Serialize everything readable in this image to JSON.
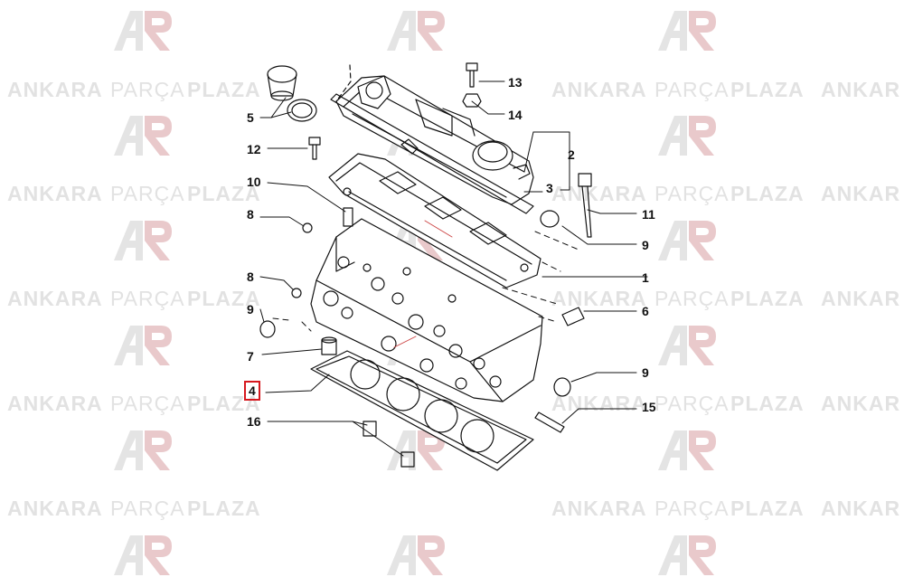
{
  "watermark": {
    "words": [
      "ANKARA",
      "PARÇA",
      "PLAZA",
      "ANKARA",
      "PARÇA",
      "PLAZA",
      "ANKAR"
    ],
    "logo_icon": "ap-monogram-logo",
    "color": "#e2e2e2"
  },
  "diagram": {
    "highlight_color": "#d6191f",
    "highlighted_callout": "4",
    "callouts": [
      {
        "id": "c5",
        "label": "5"
      },
      {
        "id": "c12",
        "label": "12"
      },
      {
        "id": "c10",
        "label": "10"
      },
      {
        "id": "c8a",
        "label": "8"
      },
      {
        "id": "c8b",
        "label": "8"
      },
      {
        "id": "c9a",
        "label": "9"
      },
      {
        "id": "c7",
        "label": "7"
      },
      {
        "id": "c4",
        "label": "4"
      },
      {
        "id": "c16",
        "label": "16"
      },
      {
        "id": "c13",
        "label": "13"
      },
      {
        "id": "c14",
        "label": "14"
      },
      {
        "id": "c2",
        "label": "2"
      },
      {
        "id": "c3",
        "label": "3"
      },
      {
        "id": "c11",
        "label": "11"
      },
      {
        "id": "c9b",
        "label": "9"
      },
      {
        "id": "c1",
        "label": "1"
      },
      {
        "id": "c6",
        "label": "6"
      },
      {
        "id": "c9c",
        "label": "9"
      },
      {
        "id": "c15",
        "label": "15"
      }
    ]
  }
}
